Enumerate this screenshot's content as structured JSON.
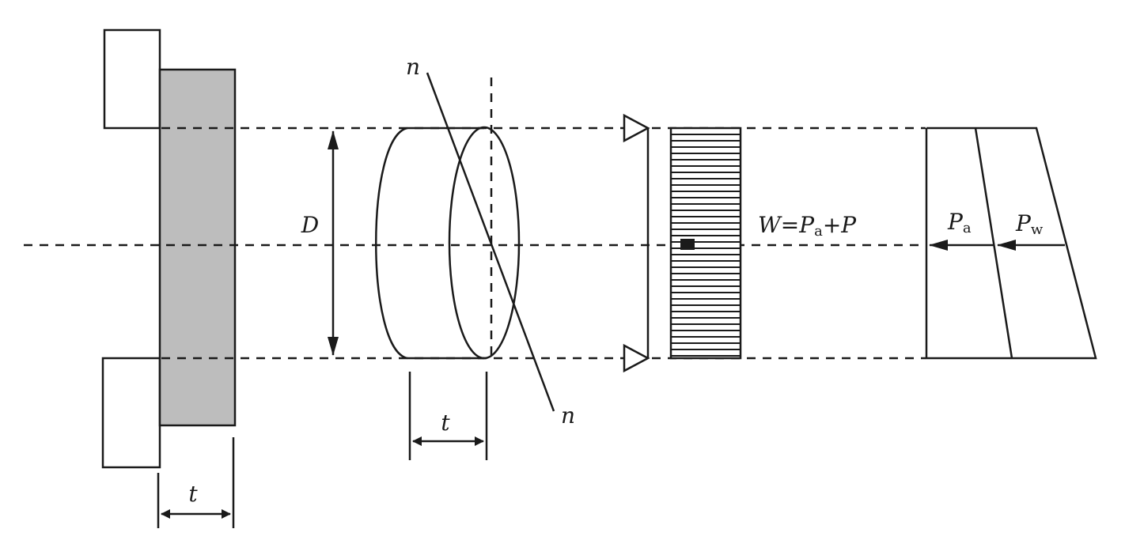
{
  "labels": {
    "d": "D",
    "n_top": "n",
    "n_bottom": "n",
    "t_left": "t",
    "t_mid": "t",
    "w_formula": {
      "w": "W",
      "eq": "=",
      "p1": "P",
      "p1_sub": "a",
      "plus": "+",
      "p2": "P"
    },
    "pa": {
      "p": "P",
      "sub": "a"
    },
    "pw": {
      "p": "P",
      "sub": "w"
    }
  },
  "colors": {
    "line": "#1a1a1a",
    "specimen_fill": "#bdbdbd",
    "background": "#ffffff"
  }
}
